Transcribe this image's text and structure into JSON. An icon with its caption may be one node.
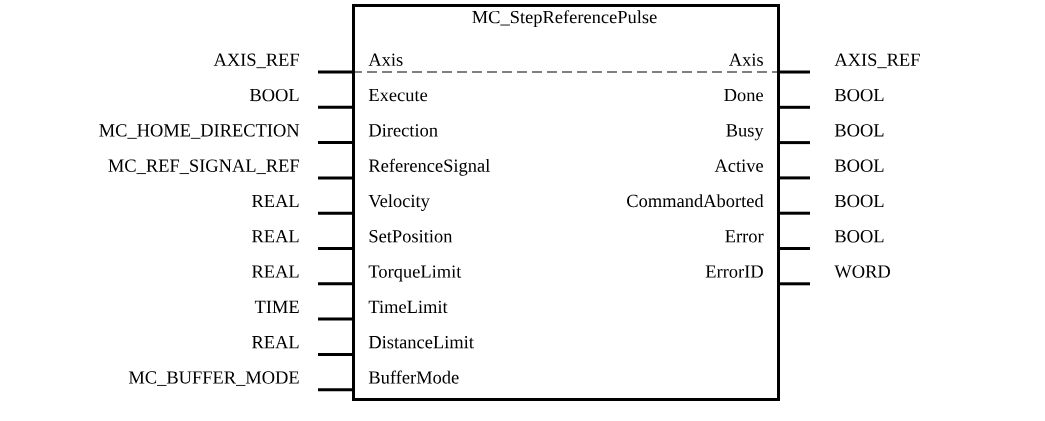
{
  "diagram": {
    "nodes": [
      {
        "text": [
          "MC_StepReferencePulse"
        ]
      },
      {
        "text": [
          "Axis"
        ],
        "in": 0
      },
      {
        "text": [
          "Execute"
        ],
        "in": 0
      },
      {
        "text": [
          "Direction"
        ],
        "in": 0
      },
      {
        "text": [
          "ReferenceSignal"
        ],
        "in": 0
      },
      {
        "text": [
          "Velocity"
        ],
        "in": 0
      },
      {
        "text": [
          "SetPosition"
        ],
        "in": 0
      },
      {
        "text": [
          "TorqueLimit"
        ],
        "in": 0
      },
      {
        "text": [
          "TimeLimit"
        ],
        "in": 0
      },
      {
        "text": [
          "DistanceLimit"
        ],
        "in": 0
      },
      {
        "text": [
          "BufferMode"
        ],
        "in": 0
      },
      {
        "text": [
          "Axis"
        ],
        "in": 0
      },
      {
        "text": [
          "Done"
        ],
        "in": 0
      },
      {
        "text": [
          "Busy"
        ],
        "in": 0
      },
      {
        "text": [
          "Active"
        ],
        "in": 0
      },
      {
        "text": [
          "CommandAborted"
        ],
        "in": 0
      },
      {
        "text": [
          "Error"
        ],
        "in": 0
      },
      {
        "text": [
          "ErrorID"
        ],
        "in": 0
      },
      {
        "text": [
          "AXIS_REF"
        ]
      },
      {
        "text": [
          "BOOL"
        ]
      },
      {
        "text": [
          "MC_HOME_DIRECTION"
        ]
      },
      {
        "text": [
          "MC_REF_SIGNAL_REF"
        ]
      },
      {
        "text": [
          "REAL"
        ]
      },
      {
        "text": [
          "REAL"
        ]
      },
      {
        "text": [
          "REAL"
        ]
      },
      {
        "text": [
          "TIME"
        ]
      },
      {
        "text": [
          "REAL"
        ]
      },
      {
        "text": [
          "MC_BUFFER_MODE"
        ]
      },
      {
        "text": [
          "AXIS_REF"
        ]
      },
      {
        "text": [
          "BOOL"
        ]
      },
      {
        "text": [
          "BOOL"
        ]
      },
      {
        "text": [
          "BOOL"
        ]
      },
      {
        "text": [
          "BOOL"
        ]
      },
      {
        "text": [
          "BOOL"
        ]
      },
      {
        "text": [
          "WORD"
        ]
      }
    ],
    "edges": [
      {
        "from": 18,
        "to": 1,
        "arrow": "none"
      },
      {
        "from": 19,
        "to": 2,
        "arrow": "none"
      },
      {
        "from": 20,
        "to": 3,
        "arrow": "none"
      },
      {
        "from": 21,
        "to": 4,
        "arrow": "none"
      },
      {
        "from": 22,
        "to": 5,
        "arrow": "none"
      },
      {
        "from": 23,
        "to": 6,
        "arrow": "none"
      },
      {
        "from": 24,
        "to": 7,
        "arrow": "none"
      },
      {
        "from": 25,
        "to": 8,
        "arrow": "none"
      },
      {
        "from": 26,
        "to": 9,
        "arrow": "none"
      },
      {
        "from": 27,
        "to": 10,
        "arrow": "none"
      },
      {
        "from": 11,
        "to": 28,
        "arrow": "none"
      },
      {
        "from": 12,
        "to": 29,
        "arrow": "none"
      },
      {
        "from": 13,
        "to": 30,
        "arrow": "none"
      },
      {
        "from": 14,
        "to": 31,
        "arrow": "none"
      },
      {
        "from": 15,
        "to": 32,
        "arrow": "none"
      },
      {
        "from": 16,
        "to": 33,
        "arrow": "none"
      },
      {
        "from": 17,
        "to": 34,
        "arrow": "none"
      },
      {
        "from": 1,
        "to": 11,
        "arrow": "none",
        "style": "dashed"
      }
    ]
  }
}
